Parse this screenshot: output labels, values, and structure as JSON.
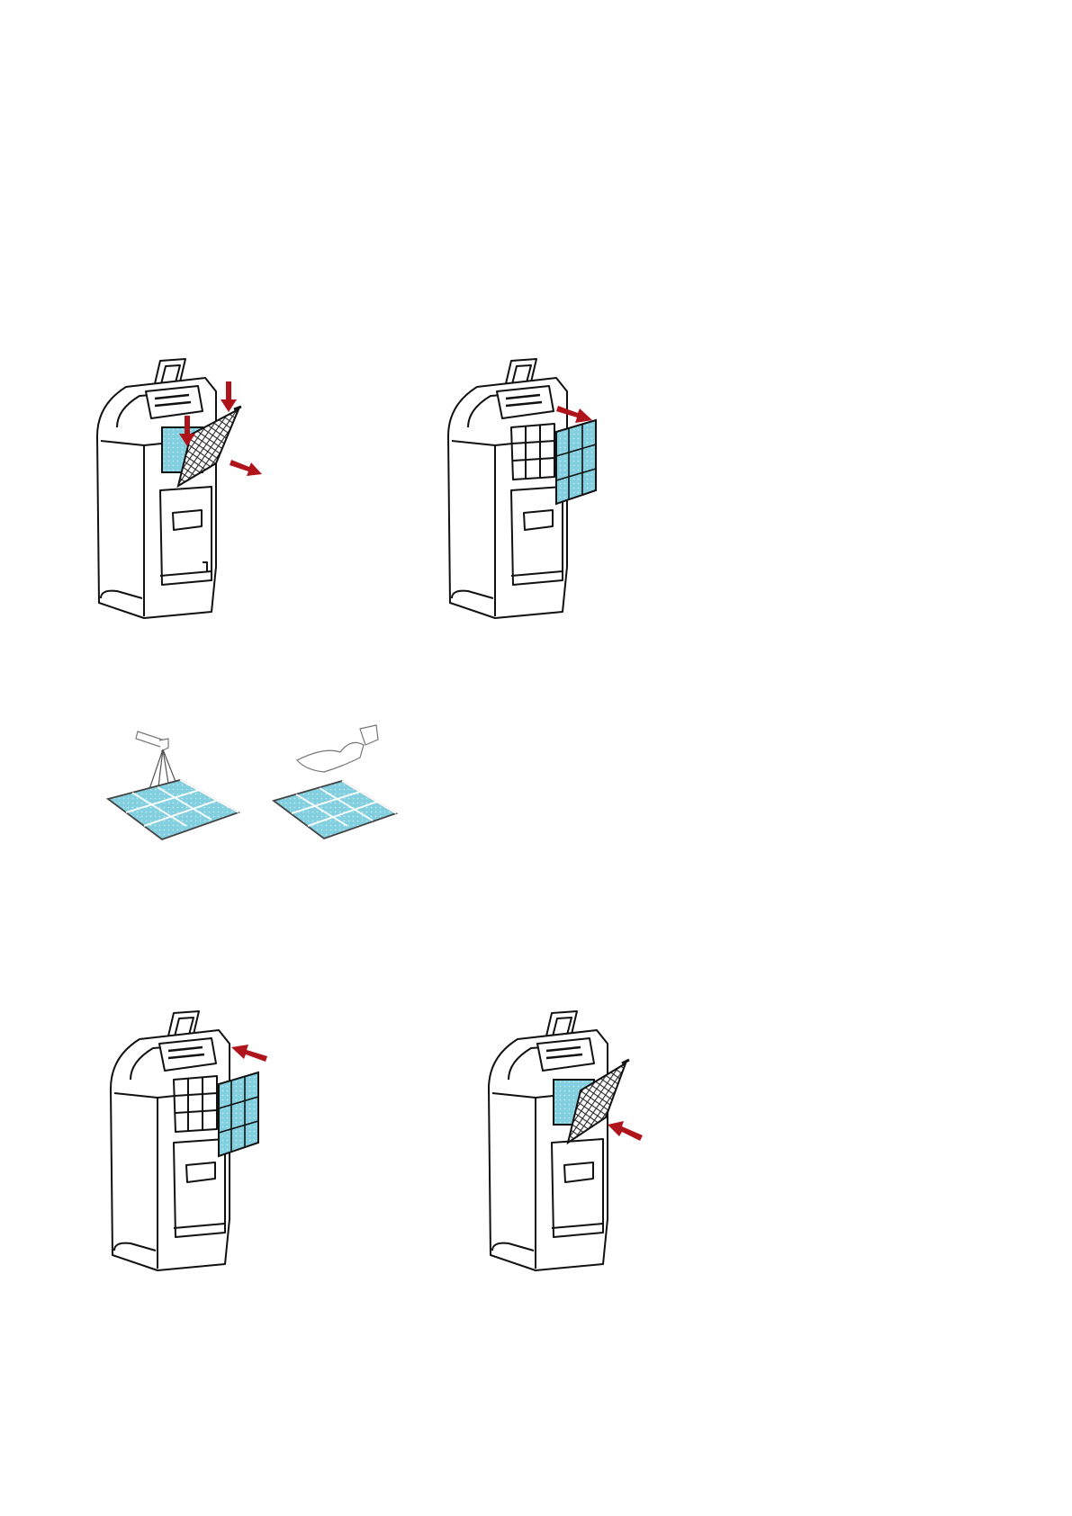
{
  "colors": {
    "arrow": "#b0141b",
    "filter_fill": "#82cfe0",
    "filter_dot": "#bfe6ef",
    "line": "#111111",
    "mesh": "#2a2a2a",
    "body_fill": "#ffffff",
    "background": "#ffffff"
  },
  "steps": [
    {
      "id": "remove-grille",
      "arrows": [
        "down",
        "down",
        "out"
      ]
    },
    {
      "id": "remove-filter",
      "arrows": [
        "out"
      ]
    },
    {
      "id": "wash-filter-tap",
      "arrows": []
    },
    {
      "id": "wash-filter-pour",
      "arrows": []
    },
    {
      "id": "insert-filter",
      "arrows": [
        "in"
      ]
    },
    {
      "id": "close-grille",
      "arrows": [
        "in"
      ]
    }
  ],
  "icons": {
    "appliance": "air-conditioner-icon",
    "filter": "air-filter-icon",
    "tap": "water-tap-icon",
    "jug": "water-jug-icon",
    "arrow": "red-arrow-icon"
  }
}
